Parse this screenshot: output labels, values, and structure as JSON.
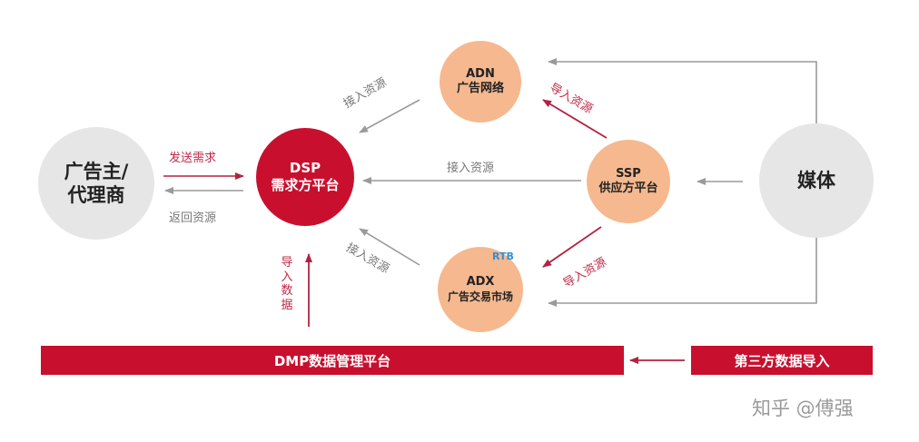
{
  "nodes": {
    "advertiser": "广告主/\n代理商",
    "dsp_line1": "DSP",
    "dsp_line2": "需求方平台",
    "adn_line1": "ADN",
    "adn_line2": "广告网络",
    "ssp_line1": "SSP",
    "ssp_line2": "供应方平台",
    "adx_line1": "ADX",
    "adx_line2": "广告交易市场",
    "media": "媒体"
  },
  "badges": {
    "rtb": "RTB"
  },
  "labels": {
    "send_demand": "发送需求",
    "return_resource": "返回资源",
    "access_resource_adn": "接入资源",
    "access_resource_ssp": "接入资源",
    "access_resource_adx": "接入资源",
    "import_resource_adn": "导入资源",
    "import_resource_adx": "导入资源",
    "import_data": "导\n入\n数\n据"
  },
  "bars": {
    "dmp": "DMP数据管理平台",
    "third_party": "第三方数据导入"
  },
  "watermark": "知乎 @傅强",
  "colors": {
    "brand_red": "#c8102e",
    "peach": "#f5b88f",
    "node_gray": "#e6e6e6",
    "arrow_gray": "#9a9a9a",
    "arrow_red": "#b5203f"
  }
}
